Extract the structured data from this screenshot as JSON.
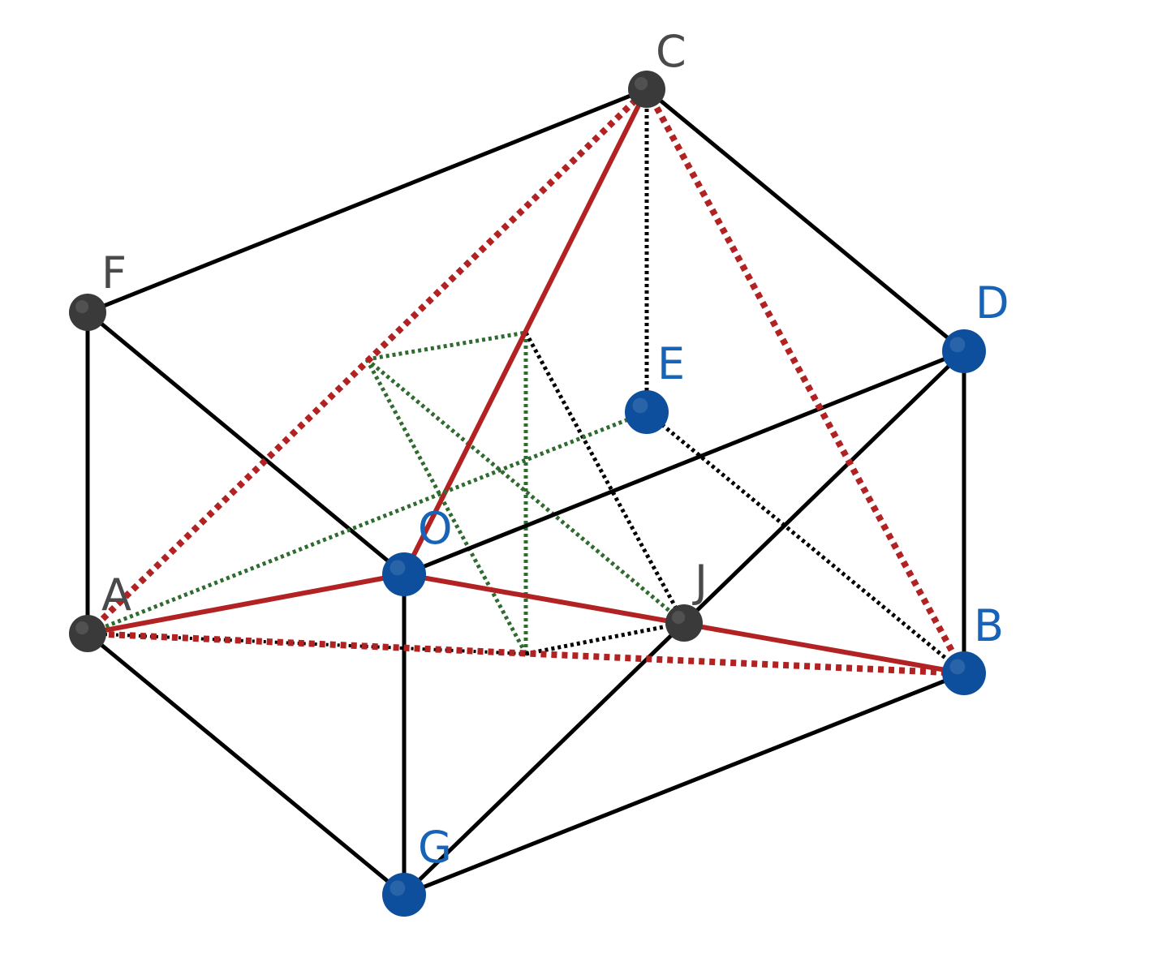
{
  "diagram": {
    "colors": {
      "edge_solid": "#000000",
      "edge_dotted": "#000000",
      "red": "#b22222",
      "green": "#2f6b2f",
      "point_blue": "#0d4f9c",
      "point_gray": "#3a3a3a",
      "label_blue": "#1763b8",
      "label_gray": "#4a4a4a"
    },
    "points": [
      {
        "id": "C",
        "label": "C",
        "style": "gray"
      },
      {
        "id": "F",
        "label": "F",
        "style": "gray"
      },
      {
        "id": "D",
        "label": "D",
        "style": "blue"
      },
      {
        "id": "E",
        "label": "E",
        "style": "blue"
      },
      {
        "id": "O",
        "label": "O",
        "style": "blue"
      },
      {
        "id": "A",
        "label": "A",
        "style": "gray"
      },
      {
        "id": "J",
        "label": "J",
        "style": "gray"
      },
      {
        "id": "B",
        "label": "B",
        "style": "blue"
      },
      {
        "id": "G",
        "label": "G",
        "style": "blue"
      }
    ],
    "segments": [
      {
        "from": "F",
        "to": "C",
        "style": "solid-black"
      },
      {
        "from": "C",
        "to": "D",
        "style": "solid-black"
      },
      {
        "from": "F",
        "to": "A",
        "style": "solid-black"
      },
      {
        "from": "F",
        "to": "O",
        "style": "solid-black"
      },
      {
        "from": "O",
        "to": "D",
        "style": "solid-black"
      },
      {
        "from": "D",
        "to": "B",
        "style": "solid-black"
      },
      {
        "from": "A",
        "to": "G",
        "style": "solid-black"
      },
      {
        "from": "O",
        "to": "G",
        "style": "solid-black"
      },
      {
        "from": "G",
        "to": "B",
        "style": "solid-black"
      },
      {
        "from": "G",
        "to": "D",
        "style": "solid-black"
      },
      {
        "from": "C",
        "to": "E",
        "style": "dotted-black"
      },
      {
        "from": "E",
        "to": "B",
        "style": "dotted-black"
      },
      {
        "from": "O",
        "to": "C",
        "style": "solid-red"
      },
      {
        "from": "A",
        "to": "O",
        "style": "solid-red"
      },
      {
        "from": "O",
        "to": "B",
        "style": "solid-red"
      },
      {
        "from": "A",
        "to": "C",
        "style": "dotted-red"
      },
      {
        "from": "A",
        "to": "B",
        "style": "dotted-red"
      },
      {
        "from": "C",
        "to": "B",
        "style": "dotted-red"
      },
      {
        "from": "A",
        "to": "E",
        "style": "dotted-green"
      }
    ],
    "auxiliary": [
      {
        "name": "aux-top-left"
      },
      {
        "name": "aux-top-right"
      },
      {
        "name": "aux-bottom"
      }
    ]
  }
}
